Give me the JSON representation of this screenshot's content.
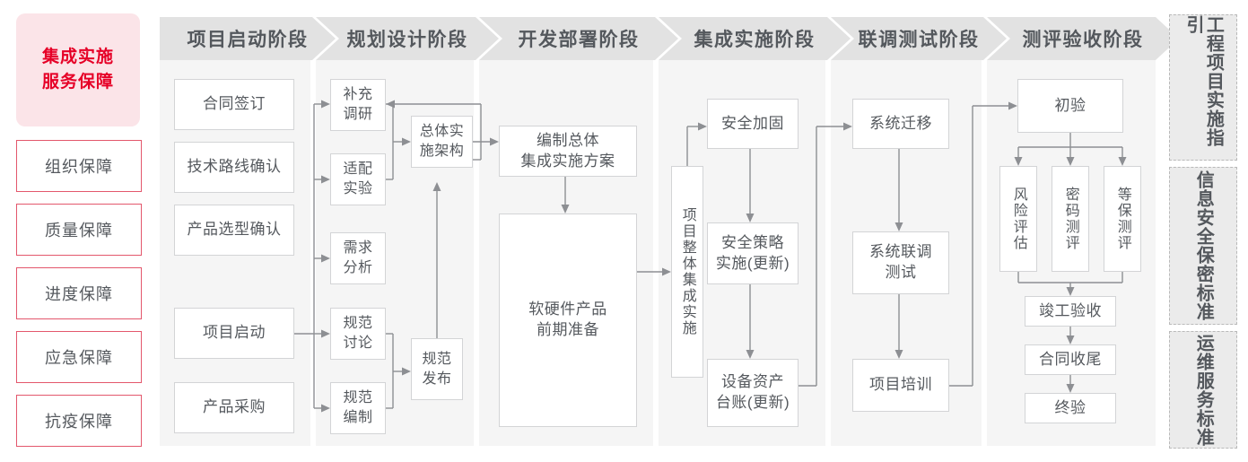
{
  "left_panel": {
    "title": "集成实施\n服务保障",
    "title_line1": "集成实施",
    "title_line2": "服务保障",
    "items": [
      {
        "label": "组织保障"
      },
      {
        "label": "质量保障"
      },
      {
        "label": "进度保障"
      },
      {
        "label": "应急保障"
      },
      {
        "label": "抗疫保障"
      }
    ]
  },
  "phases": [
    {
      "header": "项目启动阶段",
      "nodes": [
        {
          "label": "合同签订"
        },
        {
          "label": "技术路线确认"
        },
        {
          "label": "产品选型确认"
        },
        {
          "label": "项目启动"
        },
        {
          "label": "产品采购"
        }
      ]
    },
    {
      "header": "规划设计阶段",
      "nodes": [
        {
          "label": "补充\n调研"
        },
        {
          "label": "适配\n实验"
        },
        {
          "label": "需求\n分析"
        },
        {
          "label": "规范\n讨论"
        },
        {
          "label": "规范\n编制"
        },
        {
          "label": "总体实\n施架构"
        },
        {
          "label": "规范\n发布"
        }
      ]
    },
    {
      "header": "开发部署阶段",
      "nodes": [
        {
          "label": "编制总体\n集成实施方案"
        },
        {
          "label": "软硬件产品\n前期准备"
        }
      ]
    },
    {
      "header": "集成实施阶段",
      "nodes": [
        {
          "label": "项目整体集成实施"
        },
        {
          "label": "安全加固"
        },
        {
          "label": "安全策略\n实施(更新)"
        },
        {
          "label": "设备资产\n台账(更新)"
        }
      ]
    },
    {
      "header": "联调测试阶段",
      "nodes": [
        {
          "label": "系统迁移"
        },
        {
          "label": "系统联调\n测试"
        },
        {
          "label": "项目培训"
        }
      ]
    },
    {
      "header": "测评验收阶段",
      "nodes": [
        {
          "label": "初验"
        },
        {
          "label": "风险评估"
        },
        {
          "label": "密码测评"
        },
        {
          "label": "等保测评"
        },
        {
          "label": "竣工验收"
        },
        {
          "label": "合同收尾"
        },
        {
          "label": "终验"
        }
      ]
    }
  ],
  "standards": [
    {
      "label": "工程项目实施指引"
    },
    {
      "label": "信息安全保密标准"
    },
    {
      "label": "运维服务标准"
    }
  ],
  "colors": {
    "accent_red": "#e60027",
    "accent_pink_bg": "#fbe4e8",
    "item_border_red": "#e3576c",
    "column_bg": "#f5f5f5",
    "header_bg": "#e2e2e2",
    "text_gray": "#55595e",
    "node_border": "#d3d4d6",
    "wire_gray": "#8d8f93",
    "standard_bg": "#ebebeb"
  }
}
